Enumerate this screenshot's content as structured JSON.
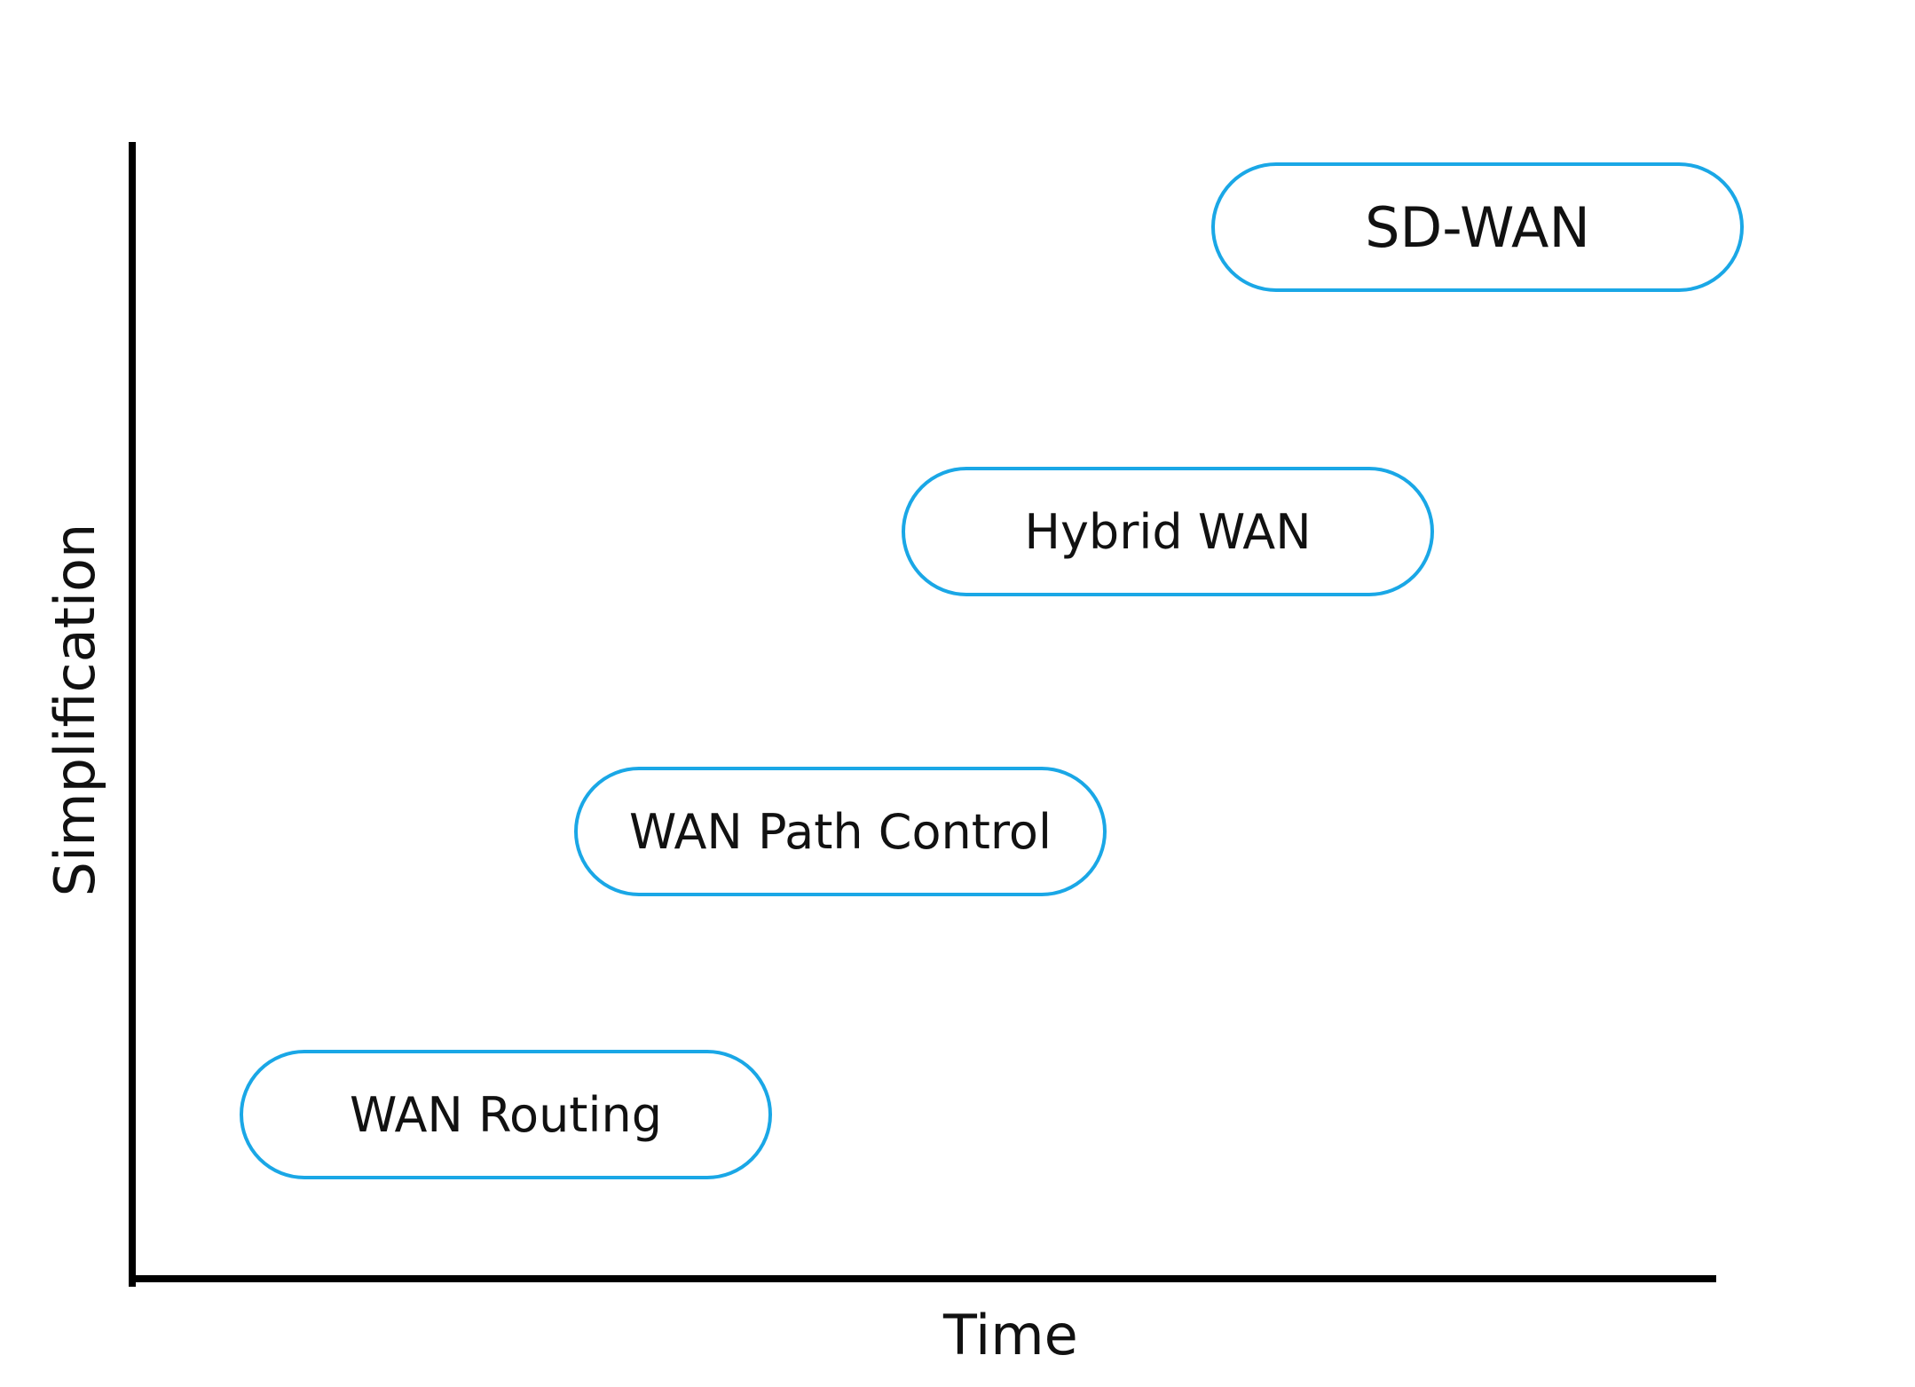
{
  "diagram": {
    "x_axis_label": "Time",
    "y_axis_label": "Simplification",
    "accent_color": "#1aa7e6",
    "axis_color": "#000000",
    "stages": [
      {
        "label": "WAN Routing"
      },
      {
        "label": "WAN Path Control"
      },
      {
        "label": "Hybrid WAN"
      },
      {
        "label": "SD-WAN"
      }
    ]
  }
}
